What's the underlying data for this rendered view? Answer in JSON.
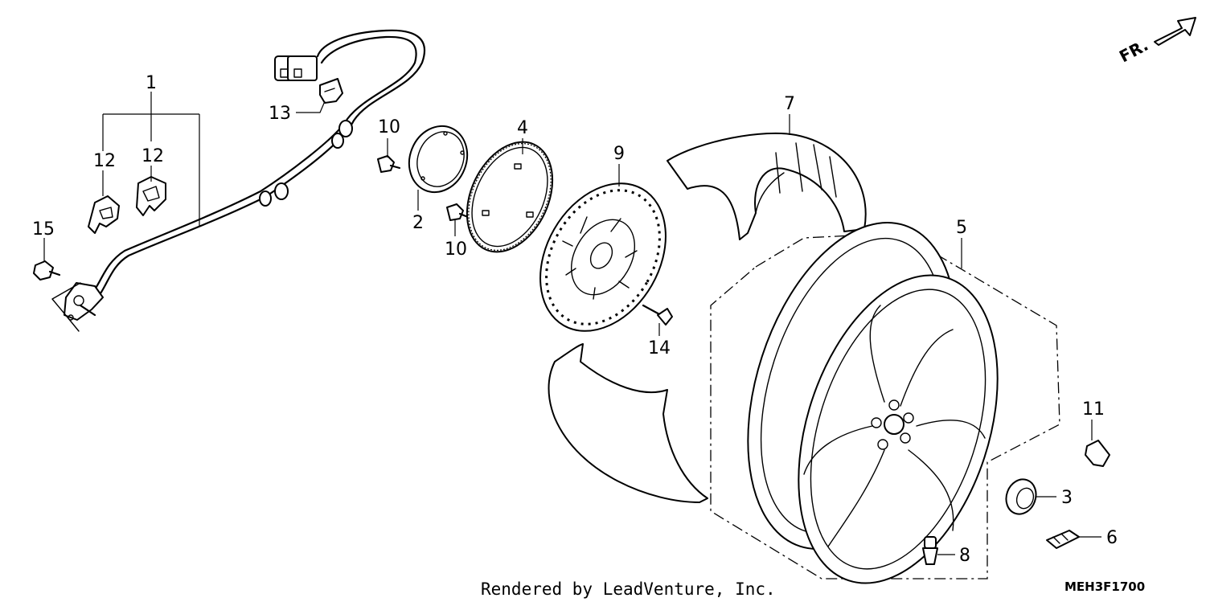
{
  "diagram": {
    "callouts": {
      "c1": "1",
      "c2": "2",
      "c3": "3",
      "c4": "4",
      "c5": "5",
      "c6": "6",
      "c7": "7",
      "c8": "8",
      "c9": "9",
      "c10a": "10",
      "c10b": "10",
      "c11": "11",
      "c12a": "12",
      "c12b": "12",
      "c13": "13",
      "c14": "14",
      "c15": "15"
    },
    "direction_label": "FR.",
    "footer": "Rendered by LeadVenture, Inc.",
    "diagram_code": "MEH3F1700"
  }
}
